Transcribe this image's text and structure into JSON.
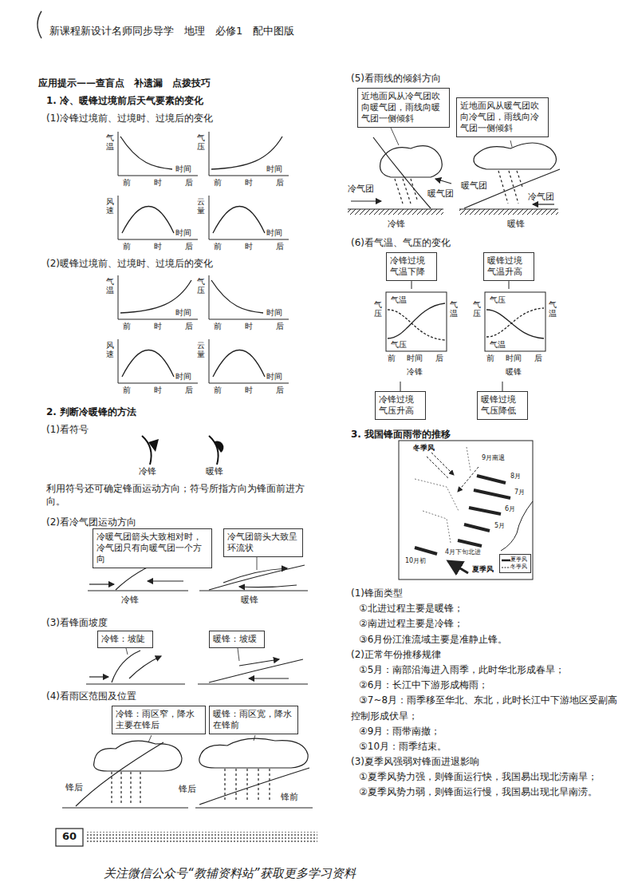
{
  "diagram": {
    "nodes": [
      {
        "text": [
          "冷暖气团箭头大致相对时，冷气团只有向暖气团一个方向"
        ]
      },
      {
        "text": [
          "冷气团箭头大致呈环流状"
        ]
      },
      {
        "text": [
          "冷锋：坡陡"
        ]
      },
      {
        "text": [
          "暖锋：坡缓"
        ]
      },
      {
        "text": [
          "冷锋：雨区窄，降水主要在锋后"
        ]
      },
      {
        "text": [
          "暖锋：雨区宽，降水在锋前"
        ]
      },
      {
        "text": [
          "近地面风从冷气团吹向暖气团，雨线向暖气团一侧倾斜"
        ]
      },
      {
        "text": [
          "近地面风从暖气团吹向冷气团，雨线向冷气团一侧倾斜"
        ]
      },
      {
        "text": [
          "冷锋过境气温下降"
        ]
      },
      {
        "text": [
          "暖锋过境气温升高"
        ]
      },
      {
        "text": [
          "气压",
          "气温",
          "气温",
          "气压",
          "前",
          "时间",
          "后",
          "冷锋"
        ]
      },
      {
        "text": [
          "气压",
          "气压",
          "气温",
          "气温",
          "前",
          "时间",
          "后",
          "暖锋"
        ]
      },
      {
        "text": [
          "冷锋过境气压升高"
        ]
      },
      {
        "text": [
          "暖锋过境气压降低"
        ]
      }
    ],
    "edges": [
      {
        "from": 8,
        "to": 10,
        "arrow": "none"
      },
      {
        "from": 12,
        "to": 10,
        "arrow": "none"
      },
      {
        "from": 9,
        "to": 11,
        "arrow": "none"
      },
      {
        "from": 13,
        "to": 11,
        "arrow": "none"
      }
    ],
    "labels": [
      "新课程新设计名师同步导学　地理　必修1　配中图版",
      "应用提示——查盲点　补遗漏　点拨技巧",
      "1. 冷、暖锋过境前后天气要素的变化",
      "(1)冷锋过境前、过境时、过境后的变化",
      "气温",
      "时间",
      "前",
      "时",
      "后",
      "气压",
      "时间",
      "前",
      "时",
      "后",
      "风速",
      "时间",
      "前",
      "时",
      "后",
      "云量",
      "时间",
      "前",
      "时",
      "后",
      "(2)暖锋过境前、过境时、过境后的变化",
      "气温",
      "时间",
      "前",
      "时",
      "后",
      "气压",
      "时间",
      "前",
      "时",
      "后",
      "风速",
      "时间",
      "前",
      "时",
      "后",
      "云量",
      "时间",
      "前",
      "时",
      "后",
      "2. 判断冷暖锋的方法",
      "(1)看符号",
      "冷锋",
      "暖锋",
      "利用符号还可确定锋面运动方向；符号所指方向为锋面前进方向。",
      "(2)看冷气团运动方向",
      "冷锋",
      "暖锋",
      "(3)看锋面坡度",
      "(4)看雨区范围及位置",
      "锋后",
      "锋后",
      "锋前",
      "60",
      "(5)看雨线的倾斜方向",
      "冷气团",
      "暖气团",
      "冷锋",
      "暖气团",
      "冷气团",
      "暖锋",
      "(6)看气温、气压的变化",
      "3. 我国锋面雨带的推移",
      "冬季风",
      "9月南退",
      "8月",
      "7月",
      "6月",
      "5月",
      "4月下旬北进",
      "10月初",
      "夏季风",
      "(1)锋面类型",
      "①北进过程主要是暖锋；",
      "②南进过程主要是冷锋；",
      "③6月份江淮流域主要是准静止锋。",
      "(2)正常年份推移规律",
      "①5月：南部沿海进入雨季，此时华北形成春旱；",
      "②6月：长江中下游形成梅雨；",
      "③7~8月：雨季移至华北、东北，此时长江中下游地区受副高控制形成伏旱；",
      "④9月：雨带南撤；",
      "⑤10月：雨季结束。",
      "(3)夏季风强弱对锋面进退影响",
      "①夏季风势力强，则锋面运行快，我国易出现北涝南旱；",
      "②夏季风势力弱，则锋面运行慢，我国易出现北旱南涝。",
      "关注微信公众号“教辅资料站”获取更多学习资料"
    ],
    "legend": [
      {
        "text": "夏季风"
      },
      {
        "text": "冬季风"
      }
    ]
  }
}
